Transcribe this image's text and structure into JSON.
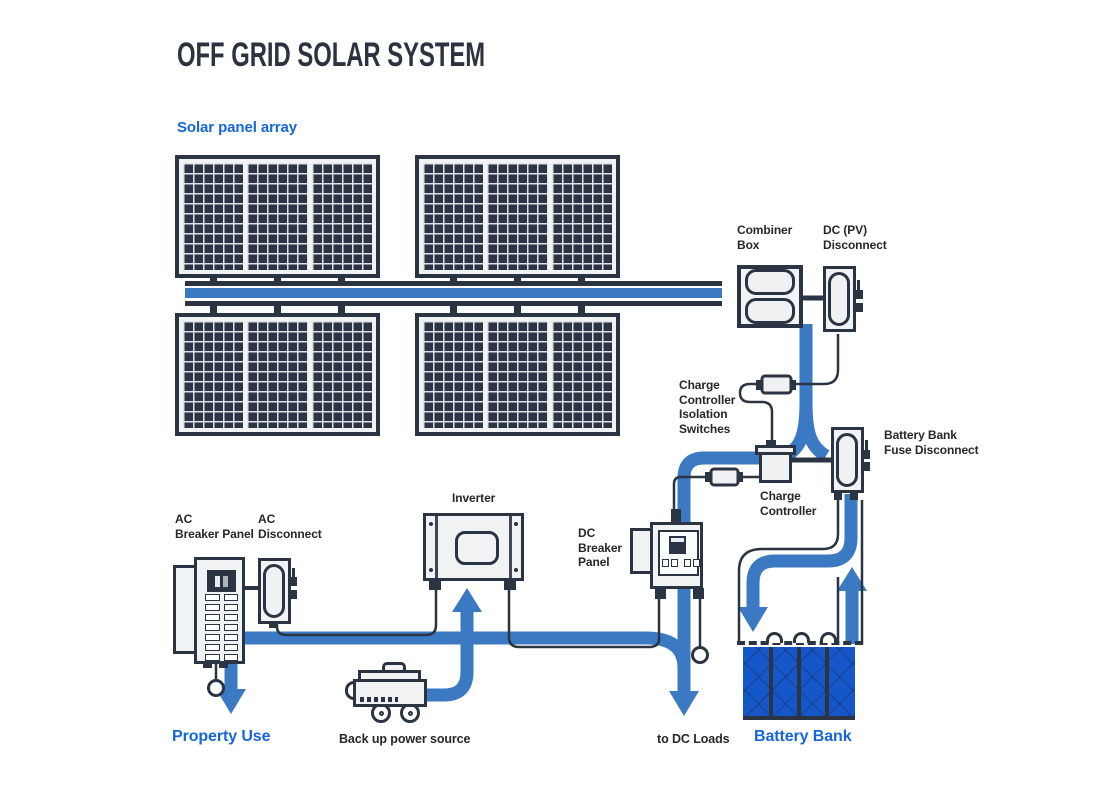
{
  "title": "OFF GRID SOLAR SYSTEM",
  "colors": {
    "dark_outline": "#2b3442",
    "pipe_blue": "#3b7ac2",
    "battery_blue": "#1557c9",
    "label_blue": "#1766d9",
    "box_fill": "#f2f3f4"
  },
  "labels": {
    "solar_array": "Solar panel array",
    "combiner_box": "Combiner\nBox",
    "dc_pv_disconnect": "DC (PV)\nDisconnect",
    "isolation_switches": "Charge\nController\nIsolation\nSwitches",
    "charge_controller": "Charge\nController",
    "battery_fuse_disconnect": "Battery Bank\nFuse Disconnect",
    "inverter": "Inverter",
    "ac_breaker_panel": "AC\nBreaker Panel",
    "ac_disconnect": "AC\nDisconnect",
    "dc_breaker_panel": "DC\nBreaker\nPanel",
    "property_use": "Property Use",
    "backup_power": "Back up power source",
    "dc_loads": "to DC Loads",
    "battery_bank": "Battery Bank"
  },
  "structure": {
    "panel_rows": 2,
    "groups_per_row": 2,
    "panels_per_group": 3,
    "battery_cells": 4
  }
}
